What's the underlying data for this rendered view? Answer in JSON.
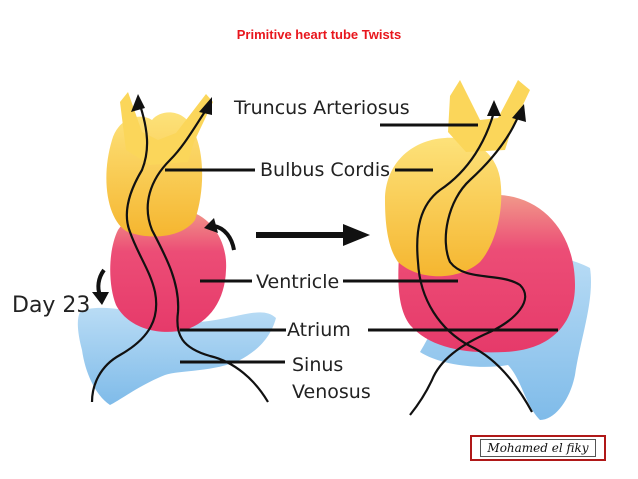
{
  "title": "Primitive heart tube Twists",
  "labels": {
    "truncus_arteriosus": "Truncus Arteriosus",
    "bulbus_cordis": "Bulbus Cordis",
    "ventricle": "Ventricle",
    "atrium": "Atrium",
    "sinus_venosus_1": "Sinus",
    "sinus_venosus_2": "Venosus",
    "day": "Day 23"
  },
  "credit": "Mohamed el fiky",
  "colors": {
    "title": "#e8161d",
    "yellow": "#f7c33c",
    "pink": "#ea3f6e",
    "blue": "#8fc6ee"
  }
}
